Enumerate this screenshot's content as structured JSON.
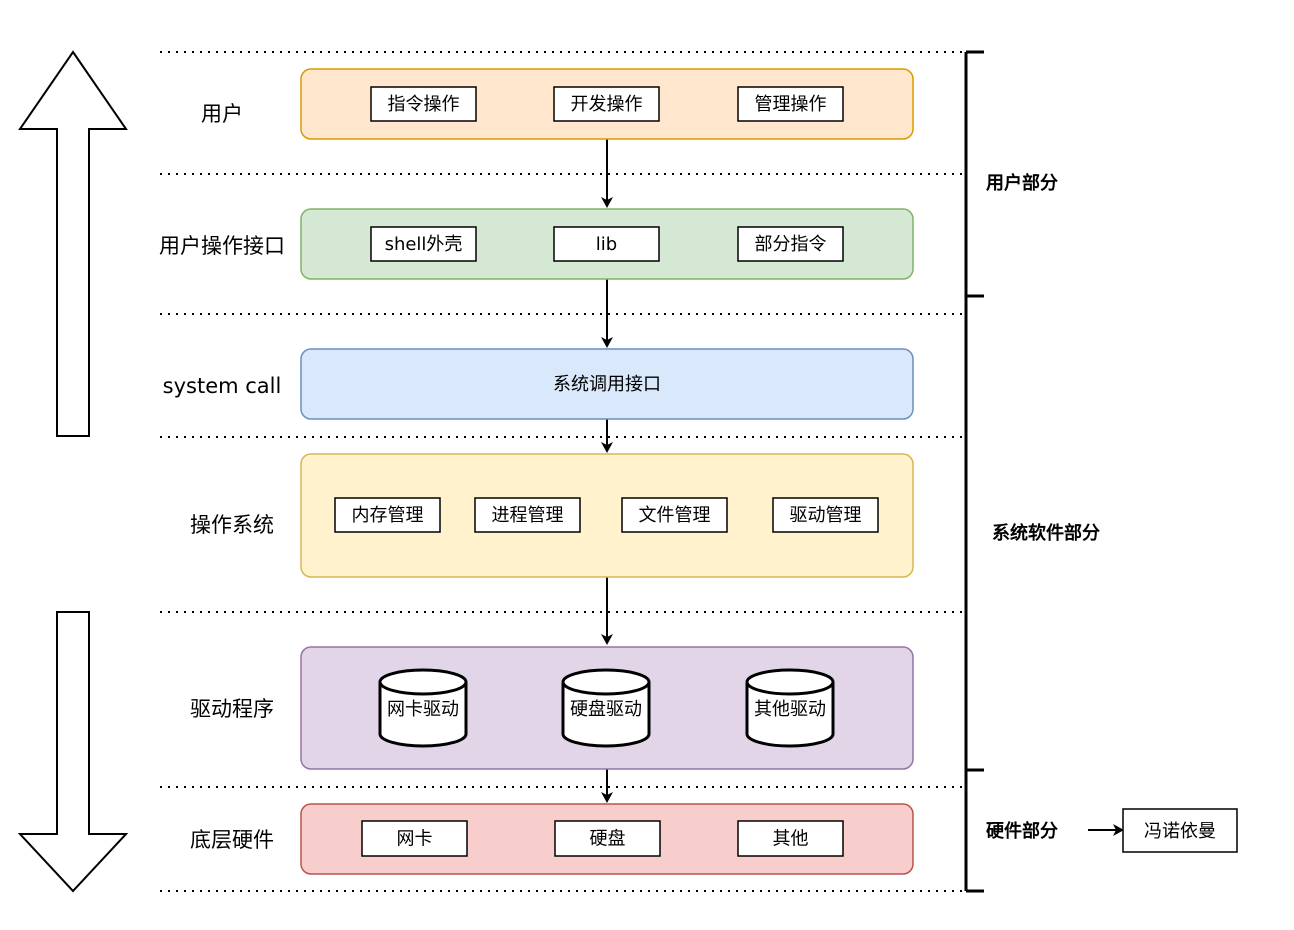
{
  "layers": [
    {
      "label": "用户",
      "items": [
        "指令操作",
        "开发操作",
        "管理操作"
      ],
      "fill": "#FFE6CC",
      "stroke": "#D79B00"
    },
    {
      "label": "用户操作接口",
      "items": [
        "shell外壳",
        "lib",
        "部分指令"
      ],
      "fill": "#D5E8D4",
      "stroke": "#82B366"
    },
    {
      "label": "system call",
      "items": [
        "系统调用接口"
      ],
      "fill": "#DAE8FC",
      "stroke": "#6C8EBF"
    },
    {
      "label": "操作系统",
      "items": [
        "内存管理",
        "进程管理",
        "文件管理",
        "驱动管理"
      ],
      "fill": "#FFF2CC",
      "stroke": "#D6B656"
    },
    {
      "label": "驱动程序",
      "items": [
        "网卡驱动",
        "硬盘驱动",
        "其他驱动"
      ],
      "fill": "#E1D5E7",
      "stroke": "#9673A6"
    },
    {
      "label": "底层硬件",
      "items": [
        "网卡",
        "硬盘",
        "其他"
      ],
      "fill": "#F8CECC",
      "stroke": "#B85450"
    }
  ],
  "sections": {
    "user": "用户部分",
    "system": "系统软件部分",
    "hardware": "硬件部分"
  },
  "note": "冯诺依曼"
}
